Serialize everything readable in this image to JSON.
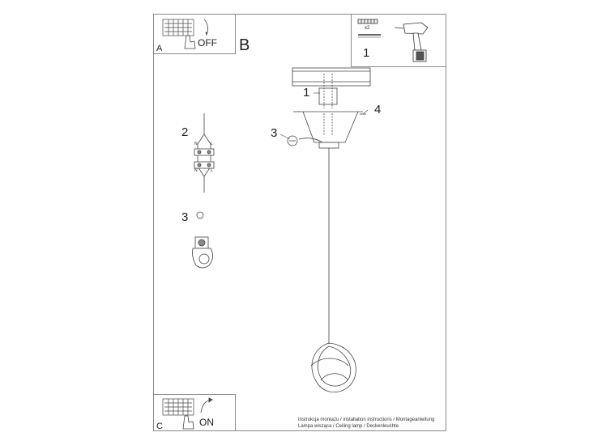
{
  "section_a": {
    "letter": "A",
    "switch_state": "OFF"
  },
  "section_b": {
    "letter": "B"
  },
  "section_c": {
    "letter": "C",
    "switch_state": "ON"
  },
  "step_numbers": {
    "tool_box": "1",
    "mount": "1",
    "screws": "4",
    "canopy_screw": "3",
    "wiring": "2",
    "cable_clamp": "3"
  },
  "wiring_labels": {
    "neutral": "N",
    "live": "L"
  },
  "tool_box_text": {
    "anchor_count": "x2"
  },
  "caption": {
    "line1": "Instrukcja montażu / installation instructions / Montageanleitung",
    "line2": "Lampa wisząca / Ceiling lamp / Deckenleuchte"
  },
  "icons": [
    "switch-panel-icon",
    "hand-icon",
    "drill-icon",
    "wall-plug-icon",
    "screw-icon"
  ]
}
